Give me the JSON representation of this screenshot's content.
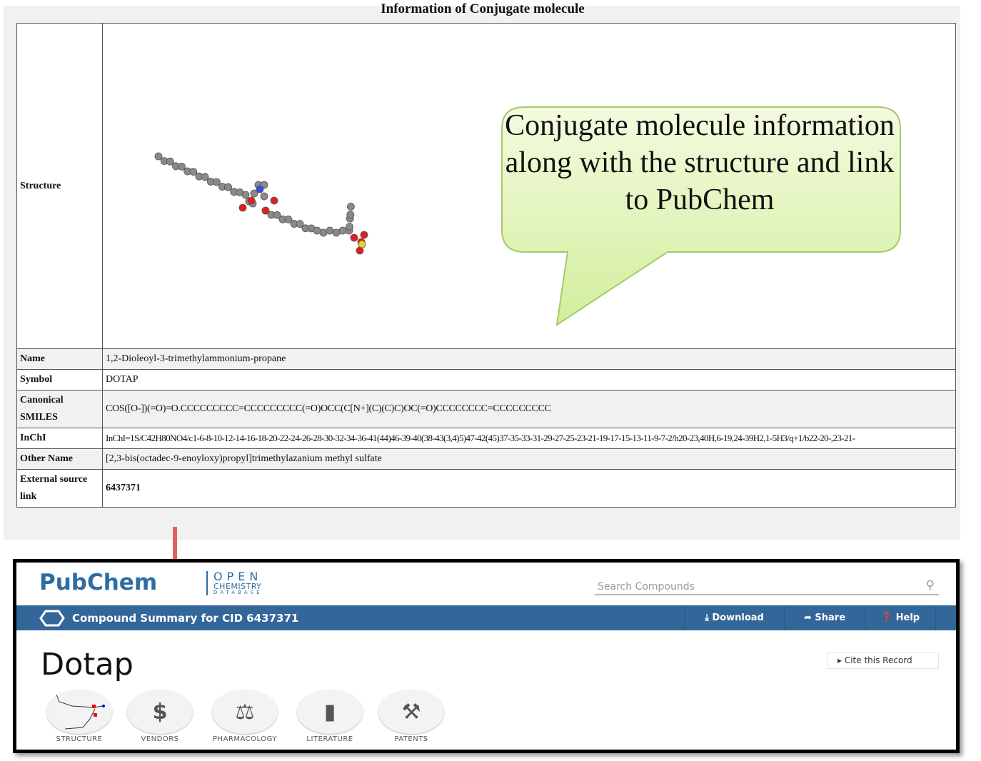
{
  "title": "Information of Conjugate molecule",
  "rows": {
    "structure_label": "Structure",
    "name_label": "Name",
    "name": "1,2-Dioleoyl-3-trimethylammonium-propane",
    "symbol_label": "Symbol",
    "symbol": "DOTAP",
    "smiles_label": "Canonical SMILES",
    "smiles": "COS([O-])(=O)=O.CCCCCCCCC=CCCCCCCCC(=O)OCC(C[N+](C)(C)C)OC(=O)CCCCCCCC=CCCCCCCCC",
    "inchi_label": "InChI",
    "inchi": "InChI=1S/C42H80NO4/c1-6-8-10-12-14-16-18-20-22-24-26-28-30-32-34-36-41(44)46-39-40(38-43(3,4)5)47-42(45)37-35-33-31-29-27-25-23-21-19-17-15-13-11-9-7-2/h20-23,40H,6-19,24-39H2,1-5H3/q+1/b22-20-,23-21-",
    "other_label": "Other Name",
    "other": "[2,3-bis(octadec-9-enoyloxy)propyl]trimethylazanium methyl sulfate",
    "ext_label": "External source link",
    "ext": "6437371"
  },
  "callout": "Conjugate molecule information along with the structure and link to PubChem",
  "pubchem": {
    "logo": "PubChem",
    "open": "OPEN",
    "chemistry": "CHEMISTRY",
    "database": "DATABASE",
    "search_placeholder": "Search Compounds",
    "bar_title": "Compound Summary for CID 6437371",
    "download": "Download",
    "share": "Share",
    "help": "Help",
    "compound": "Dotap",
    "cite": "Cite this Record",
    "sections": [
      "STRUCTURE",
      "VENDORS",
      "PHARMACOLOGY",
      "LITERATURE",
      "PATENTS"
    ],
    "brand_color": "#336699"
  }
}
